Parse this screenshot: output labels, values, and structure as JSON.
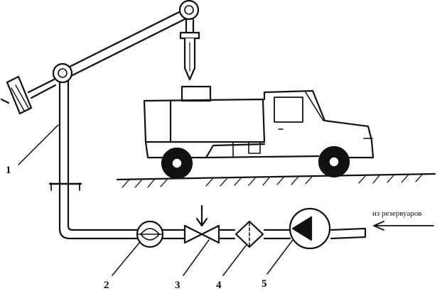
{
  "labels": {
    "num_1": "1",
    "num_2": "2",
    "num_3": "3",
    "num_4": "4",
    "num_5": "5",
    "source_note": "из резервуаров"
  },
  "colors": {
    "ink": "#111111",
    "background": "#ffffff"
  }
}
